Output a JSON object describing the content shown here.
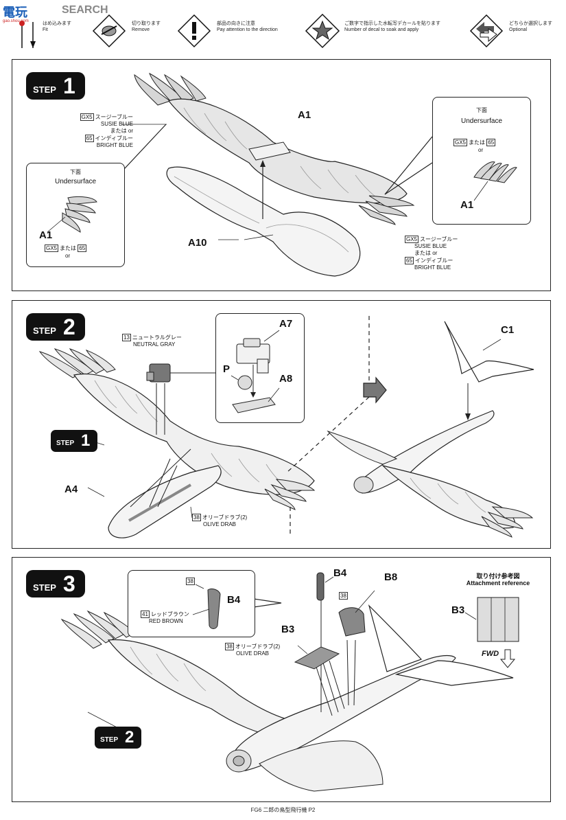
{
  "watermark": {
    "brand_cn": "電玩",
    "brand_en": "SEARCH",
    "domain": "gao.shou.com"
  },
  "legend": {
    "fit": {
      "jp": "はめ込みます",
      "en": "Fit"
    },
    "remove": {
      "jp": "切り取ります",
      "en": "Remove"
    },
    "attention": {
      "jp": "部品の向きに注意",
      "en": "Pay attention to the direction"
    },
    "decal": {
      "jp": "ご数字で指示した水転写デカールを貼ります",
      "en": "Number of decal to soak and apply"
    },
    "optional": {
      "jp": "どちらか選択します",
      "en": "Optional"
    }
  },
  "step1": {
    "badge_word": "STEP",
    "badge_num": "1",
    "color_note_top": {
      "code1": "GX5",
      "jp1": "スージーブルー",
      "en1": "SUSIE BLUE",
      "or": "または or",
      "code2": "65",
      "jp2": "インディブルー",
      "en2": "BRIGHT BLUE"
    },
    "color_note_bottom": {
      "code1": "GX5",
      "jp1": "スージーブルー",
      "en1": "SUSIE BLUE",
      "or": "または or",
      "code2": "65",
      "jp2": "インディブルー",
      "en2": "BRIGHT BLUE"
    },
    "label_a1_top": "A1",
    "label_a10": "A10",
    "left_callout": {
      "jp": "下面",
      "en": "Undersurface",
      "part": "A1",
      "code1": "GX5",
      "or": "または",
      "code2": "65",
      "or_en": "or"
    },
    "right_callout": {
      "jp": "下面",
      "en": "Undersurface",
      "part": "A1",
      "code1": "GX5",
      "or": "または",
      "code2": "65",
      "or_en": "or"
    }
  },
  "step2": {
    "badge_word": "STEP",
    "badge_num": "2",
    "color_13": {
      "code": "13",
      "jp": "ニュートラルグレー",
      "en": "NEUTRAL GRAY"
    },
    "color_38": {
      "code": "38",
      "jp": "オリーブドラブ(2)",
      "en": "OLIVE DRAB"
    },
    "label_a7": "A7",
    "label_a8": "A8",
    "label_p": "P",
    "label_a4": "A4",
    "label_c1": "C1",
    "sub_badge_word": "STEP",
    "sub_badge_num": "1"
  },
  "step3": {
    "badge_word": "STEP",
    "badge_num": "3",
    "callout": {
      "code_top": "38",
      "part": "B4",
      "code": "41",
      "jp": "レッドブラウン",
      "en": "RED BROWN"
    },
    "label_b4": "B4",
    "label_b8": "B8",
    "label_b3": "B3",
    "code_b8": "38",
    "color_38": {
      "code": "38",
      "jp": "オリーブドラブ(2)",
      "en": "OLIVE DRAB"
    },
    "attach": {
      "jp": "取り付け参考図",
      "en": "Attachment reference",
      "part": "B3",
      "fwd": "FWD"
    },
    "sub_badge_word": "STEP",
    "sub_badge_num": "2"
  },
  "footer": {
    "text": "FG6 二郎の鳥型飛行機 P2"
  }
}
